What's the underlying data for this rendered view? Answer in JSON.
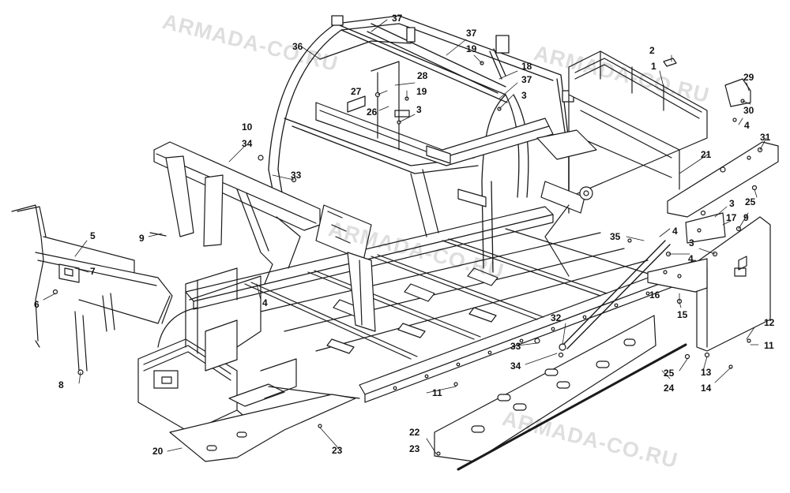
{
  "watermark": {
    "text": "ARMADA-CO.RU",
    "color": "#d9d9d9"
  },
  "colors": {
    "line": "#1a1a1a",
    "fill": "#ffffff",
    "label": "#111111"
  },
  "callouts": [
    {
      "id": "1",
      "text": "1"
    },
    {
      "id": "2",
      "text": "2"
    },
    {
      "id": "3a",
      "text": "3"
    },
    {
      "id": "3b",
      "text": "3"
    },
    {
      "id": "3c",
      "text": "3"
    },
    {
      "id": "3d",
      "text": "3"
    },
    {
      "id": "4a",
      "text": "4"
    },
    {
      "id": "4b",
      "text": "4"
    },
    {
      "id": "4c",
      "text": "4"
    },
    {
      "id": "4d",
      "text": "4"
    },
    {
      "id": "5",
      "text": "5"
    },
    {
      "id": "6",
      "text": "6"
    },
    {
      "id": "7",
      "text": "7"
    },
    {
      "id": "8",
      "text": "8"
    },
    {
      "id": "9a",
      "text": "9"
    },
    {
      "id": "9b",
      "text": "9"
    },
    {
      "id": "10",
      "text": "10"
    },
    {
      "id": "11a",
      "text": "11"
    },
    {
      "id": "11b",
      "text": "11"
    },
    {
      "id": "12",
      "text": "12"
    },
    {
      "id": "13",
      "text": "13"
    },
    {
      "id": "14",
      "text": "14"
    },
    {
      "id": "15",
      "text": "15"
    },
    {
      "id": "16",
      "text": "16"
    },
    {
      "id": "17",
      "text": "17"
    },
    {
      "id": "18",
      "text": "18"
    },
    {
      "id": "19a",
      "text": "19"
    },
    {
      "id": "19b",
      "text": "19"
    },
    {
      "id": "20",
      "text": "20"
    },
    {
      "id": "21",
      "text": "21"
    },
    {
      "id": "22",
      "text": "22"
    },
    {
      "id": "23a",
      "text": "23"
    },
    {
      "id": "23b",
      "text": "23"
    },
    {
      "id": "24",
      "text": "24"
    },
    {
      "id": "25a",
      "text": "25"
    },
    {
      "id": "25b",
      "text": "25"
    },
    {
      "id": "26",
      "text": "26"
    },
    {
      "id": "27",
      "text": "27"
    },
    {
      "id": "28",
      "text": "28"
    },
    {
      "id": "29",
      "text": "29"
    },
    {
      "id": "30",
      "text": "30"
    },
    {
      "id": "31",
      "text": "31"
    },
    {
      "id": "32",
      "text": "32"
    },
    {
      "id": "33a",
      "text": "33"
    },
    {
      "id": "33b",
      "text": "33"
    },
    {
      "id": "34a",
      "text": "34"
    },
    {
      "id": "34b",
      "text": "34"
    },
    {
      "id": "35",
      "text": "35"
    },
    {
      "id": "36",
      "text": "36"
    },
    {
      "id": "37a",
      "text": "37"
    },
    {
      "id": "37b",
      "text": "37"
    },
    {
      "id": "37c",
      "text": "37"
    }
  ]
}
